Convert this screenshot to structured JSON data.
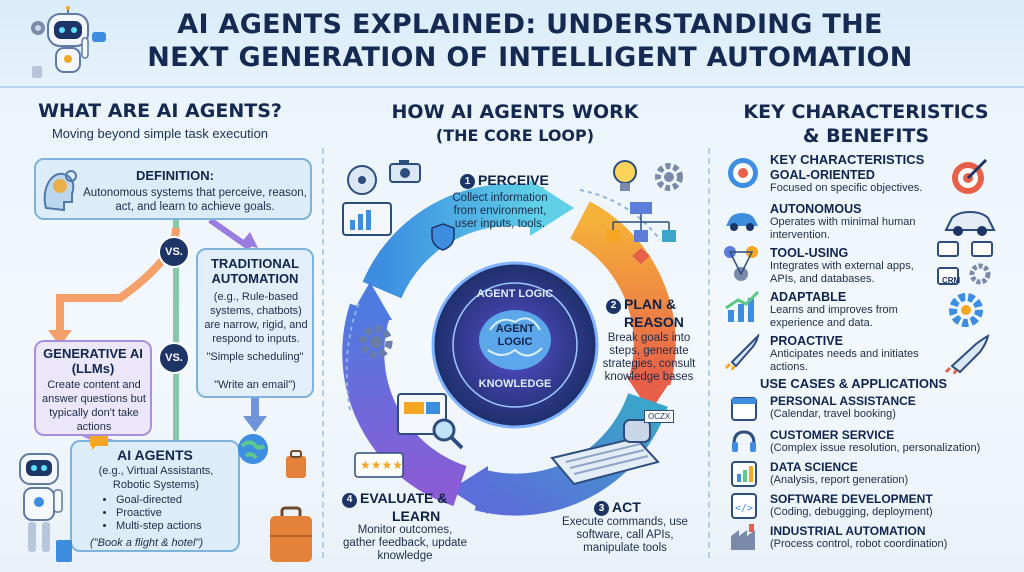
{
  "header": {
    "title_line1": "AI AGENTS EXPLAINED: UNDERSTANDING THE",
    "title_line2": "NEXT GENERATION OF INTELLIGENT AUTOMATION"
  },
  "left": {
    "heading": "WHAT ARE AI AGENTS?",
    "subheading": "Moving beyond simple task execution",
    "definition": {
      "title": "DEFINITION:",
      "text": "Autonomous systems that perceive, reason, act, and learn to achieve goals."
    },
    "vs_label": "VS.",
    "traditional": {
      "title_line1": "TRADITIONAL",
      "title_line2": "AUTOMATION",
      "text": "(e.g., Rule-based systems, chatbots) are narrow, rigid, and respond to inputs.",
      "quote1": "\"Simple scheduling\"",
      "quote2": "\"Write an email\")"
    },
    "generative": {
      "title_line1": "GENERATIVE AI",
      "title_line2": "(LLMs)",
      "text": "Create content and answer questions but typically don't take actions"
    },
    "agents": {
      "title": "AI AGENTS",
      "example": "(e.g., Virtual Assistants, Robotic Systems)",
      "bullets": [
        "Goal-directed",
        "Proactive",
        "Multi-step actions"
      ],
      "quote": "(\"Book a flight & hotel\")"
    }
  },
  "middle": {
    "heading_line1": "HOW AI AGENTS WORK",
    "heading_line2": "(THE CORE LOOP)",
    "center_ring_top": "AGENT LOGIC",
    "center_ring_bottom": "KNOWLEDGE",
    "center_label": "AGENT LOGIC",
    "steps": [
      {
        "num": "1",
        "title": "PERCEIVE",
        "text": "Collect information from environment, user inputs, tools."
      },
      {
        "num": "2",
        "title_line1": "PLAN &",
        "title_line2": "REASON",
        "text": "Break goals into steps, generate strategies, consult knowledge bases"
      },
      {
        "num": "3",
        "title": "ACT",
        "text": "Execute commands, use software, call APIs, manipulate tools"
      },
      {
        "num": "4",
        "title_line1": "EVALUATE &",
        "title_line2": "LEARN",
        "text": "Monitor outcomes, gather feedback, update knowledge"
      }
    ],
    "ocr_key": "OCZX"
  },
  "right": {
    "heading_line1": "KEY CHARACTERISTICS",
    "heading_line2": "& BENEFITS",
    "kc_heading": "KEY CHARACTERISTICS",
    "characteristics": [
      {
        "title": "GOAL-ORIENTED",
        "text": "Focused on specific objectives."
      },
      {
        "title": "AUTONOMOUS",
        "text": "Operates with minimal human intervention."
      },
      {
        "title": "TOOL-USING",
        "text": "Integrates with external apps, APIs, and databases."
      },
      {
        "title": "ADAPTABLE",
        "text": "Learns and improves from experience and data."
      },
      {
        "title": "PROACTIVE",
        "text": "Anticipates needs and initiates actions."
      }
    ],
    "uc_heading": "USE CASES & APPLICATIONS",
    "use_cases": [
      {
        "title": "PERSONAL ASSISTANCE",
        "text": "(Calendar, travel booking)"
      },
      {
        "title": "CUSTOMER SERVICE",
        "text": "(Complex issue resolution, personalization)"
      },
      {
        "title": "DATA SCIENCE",
        "text": "(Analysis, report generation)"
      },
      {
        "title": "SOFTWARE DEVELOPMENT",
        "text": "(Coding, debugging, deployment)"
      },
      {
        "title": "INDUSTRIAL AUTOMATION",
        "text": "(Process control, robot coordination)"
      }
    ],
    "crm_label": "CRM"
  },
  "colors": {
    "navy": "#152a52",
    "perceive_blue": "#3d8ee0",
    "plan_orange": "#f08a3c",
    "act_teal": "#3aa7c9",
    "learn_purple": "#8a5cd6"
  }
}
